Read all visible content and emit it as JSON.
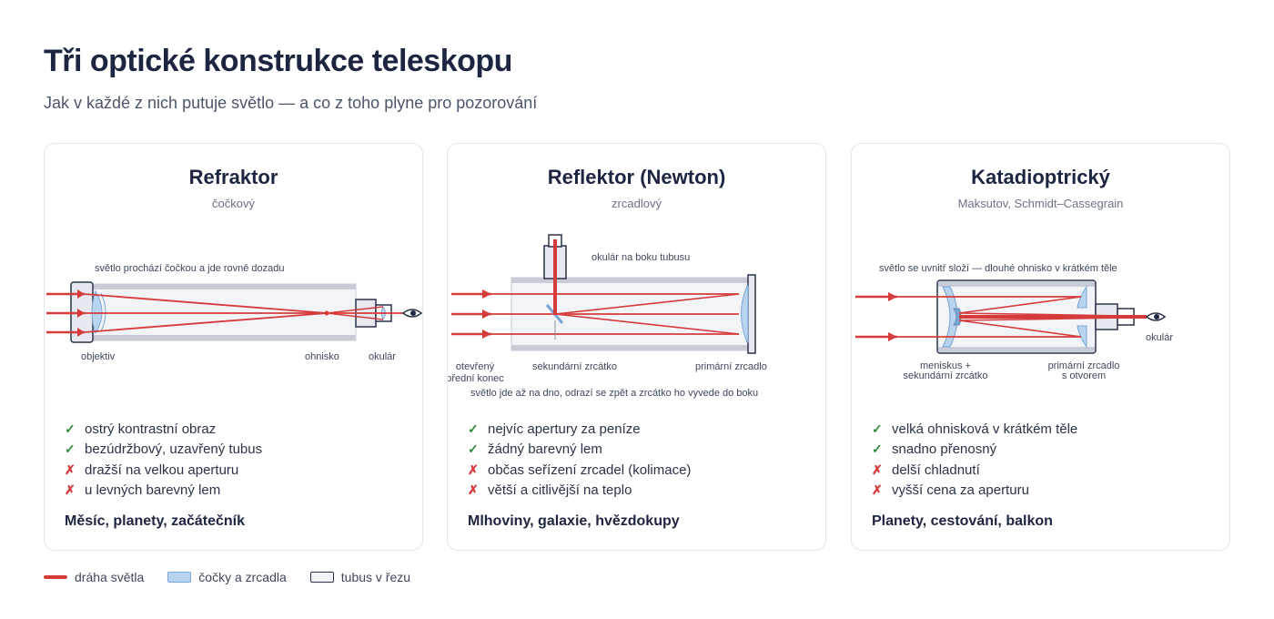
{
  "title": "Tři optické konstrukce teleskopu",
  "subtitle": "Jak v každé z nich putuje světlo — a co z toho plyne pro pozorování",
  "colors": {
    "light_path": "#d63b3b",
    "lens": "#b9d4ef",
    "lens_edge": "#7aa6d3",
    "tube_fill": "#f3f4f7",
    "tube_edge": "#2a3348",
    "pro": "#2e8b3e",
    "con": "#d63b3b"
  },
  "cards": [
    {
      "title": "Refraktor",
      "subtitle": "čočkový",
      "diagram": {
        "top_note": "světlo prochází čočkou a jde rovně dozadu",
        "labels": [
          "objektiv",
          "ohnisko",
          "okulár"
        ]
      },
      "features": [
        {
          "type": "pro",
          "mark": "✓",
          "text": "ostrý kontrastní obraz"
        },
        {
          "type": "pro",
          "mark": "✓",
          "text": "bezúdržbový, uzavřený tubus"
        },
        {
          "type": "con",
          "mark": "✗",
          "text": "dražší na velkou aperturu"
        },
        {
          "type": "con",
          "mark": "✗",
          "text": "u levných barevný lem"
        }
      ],
      "best_for": "Měsíc, planety, začátečník"
    },
    {
      "title": "Reflektor (Newton)",
      "subtitle": "zrcadlový",
      "diagram": {
        "top_note": "okulár na boku tubusu",
        "open_end": [
          "otevřený",
          "přední konec"
        ],
        "labels": [
          "sekundární zrcátko",
          "primární zrcadlo"
        ],
        "bottom_note": "světlo jde až na dno, odrazí se zpět a zrcátko ho vyvede do boku"
      },
      "features": [
        {
          "type": "pro",
          "mark": "✓",
          "text": "nejvíc apertury za peníze"
        },
        {
          "type": "pro",
          "mark": "✓",
          "text": "žádný barevný lem"
        },
        {
          "type": "con",
          "mark": "✗",
          "text": "občas seřízení zrcadel (kolimace)"
        },
        {
          "type": "con",
          "mark": "✗",
          "text": "větší a citlivější na teplo"
        }
      ],
      "best_for": "Mlhoviny, galaxie, hvězdokupy"
    },
    {
      "title": "Katadioptrický",
      "subtitle": "Maksutov, Schmidt–Cassegrain",
      "diagram": {
        "top_note": "světlo se uvnitř složí — dlouhé ohnisko v krátkém těle",
        "labels": [
          "okulár"
        ],
        "meniscus": [
          "meniskus +",
          "sekundární zrcátko"
        ],
        "primary": [
          "primární zrcadlo",
          "s otvorem"
        ]
      },
      "features": [
        {
          "type": "pro",
          "mark": "✓",
          "text": "velká ohnisková v krátkém těle"
        },
        {
          "type": "pro",
          "mark": "✓",
          "text": "snadno přenosný"
        },
        {
          "type": "con",
          "mark": "✗",
          "text": "delší chladnutí"
        },
        {
          "type": "con",
          "mark": "✗",
          "text": "vyšší cena za aperturu"
        }
      ],
      "best_for": "Planety, cestování, balkon"
    }
  ],
  "legend": {
    "light": "dráha světla",
    "optics": "čočky a zrcadla",
    "tube": "tubus v řezu"
  }
}
